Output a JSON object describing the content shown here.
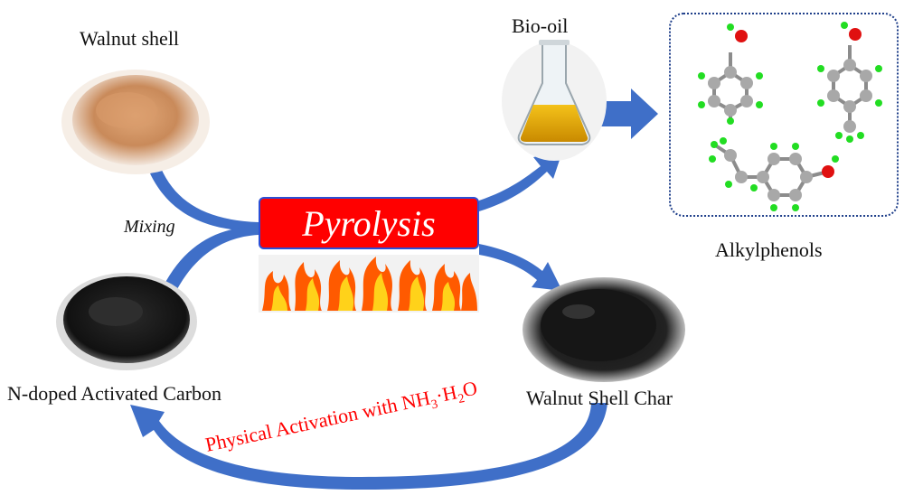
{
  "diagram": {
    "walnut_shell_label": "Walnut shell",
    "mixing_label": "Mixing",
    "pyrolysis_label": "Pyrolysis",
    "biooil_label": "Bio-oil",
    "alkylphenols_label": "Alkylphenols",
    "char_label": "Walnut Shell Char",
    "ndoped_label": "N-doped Activated Carbon",
    "activation_label_main": "Physical Activation with NH",
    "activation_sub_1": "3",
    "activation_mid": "·H",
    "activation_sub_2": "2",
    "activation_end": "O"
  },
  "colors": {
    "arrow_blue": "#3f6fc8",
    "pyrolysis_box": "#ff0000",
    "activation_text": "#ff0000",
    "powder_brown": "#c9895a",
    "carbon_black": "#1a1a1a",
    "oil_yellow": "#e0a800",
    "molecule_carbon": "#a8a8a8",
    "molecule_hydrogen": "#22dd22",
    "molecule_oxygen": "#e01010"
  }
}
